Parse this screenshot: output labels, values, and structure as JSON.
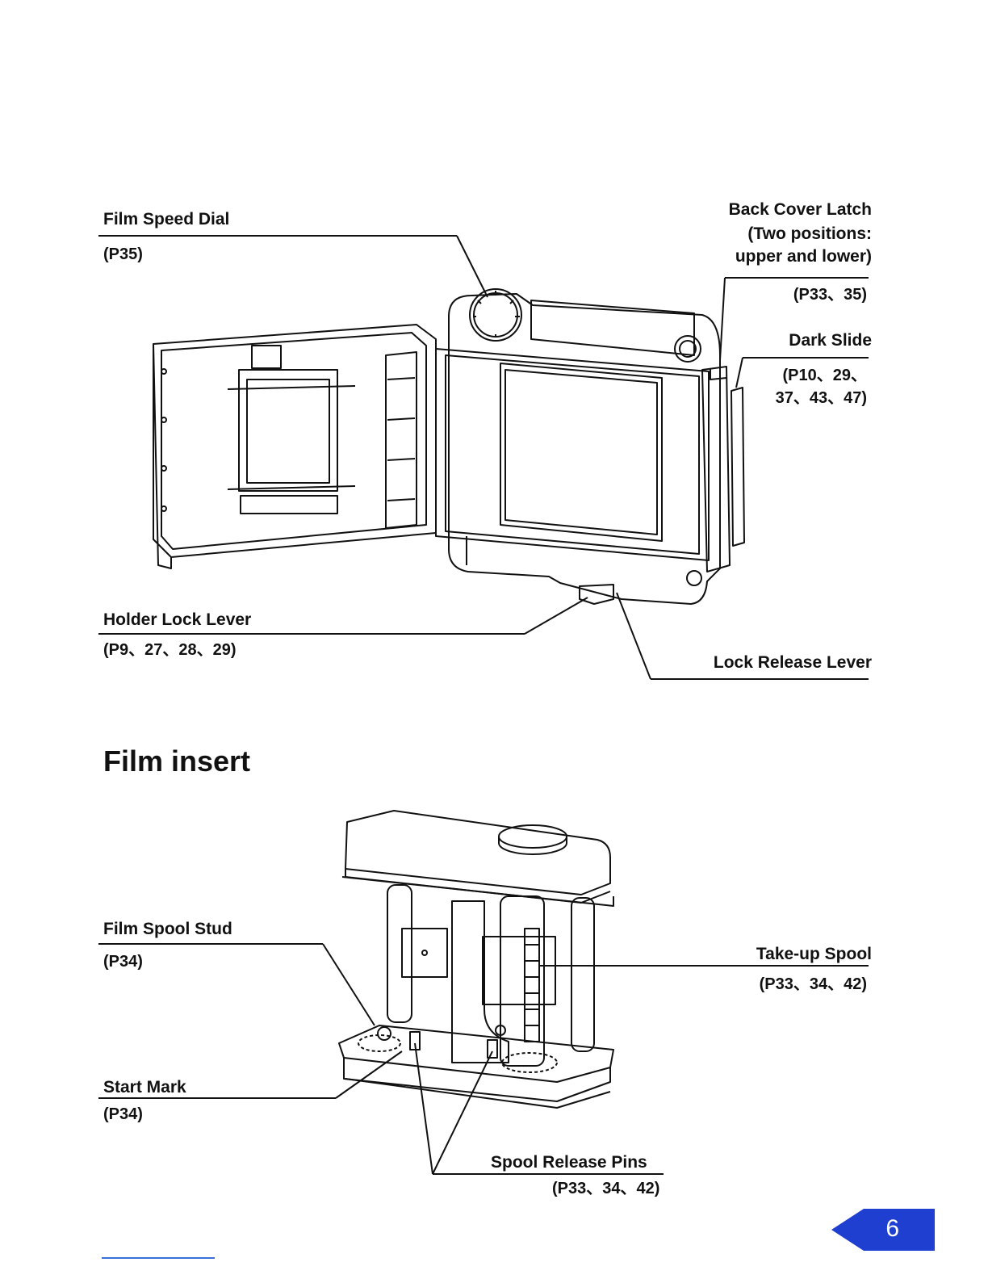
{
  "top_labels": {
    "film_speed_dial": "Film Speed Dial",
    "film_speed_dial_ref": "(P35)",
    "back_cover_latch_1": "Back Cover Latch",
    "back_cover_latch_2": "(Two positions:",
    "back_cover_latch_3": "upper and lower)",
    "back_cover_latch_ref": "(P33、35)",
    "dark_slide": "Dark Slide",
    "dark_slide_ref_1": "(P10、29、",
    "dark_slide_ref_2": "37、43、47)",
    "holder_lock_lever": "Holder Lock Lever",
    "holder_lock_lever_ref": "(P9、27、28、29)",
    "lock_release_lever": "Lock Release Lever"
  },
  "section_title": "Film insert",
  "bottom_labels": {
    "film_spool_stud": "Film Spool Stud",
    "film_spool_stud_ref": "(P34)",
    "take_up_spool": "Take-up Spool",
    "take_up_spool_ref": "(P33、34、42)",
    "start_mark": "Start Mark",
    "start_mark_ref": "(P34)",
    "spool_release_pins": "Spool Release Pins",
    "spool_release_pins_ref": "(P33、34、42)"
  },
  "page_number": "6",
  "colors": {
    "page_tab": "#1f3fd0",
    "ink": "#111111"
  }
}
